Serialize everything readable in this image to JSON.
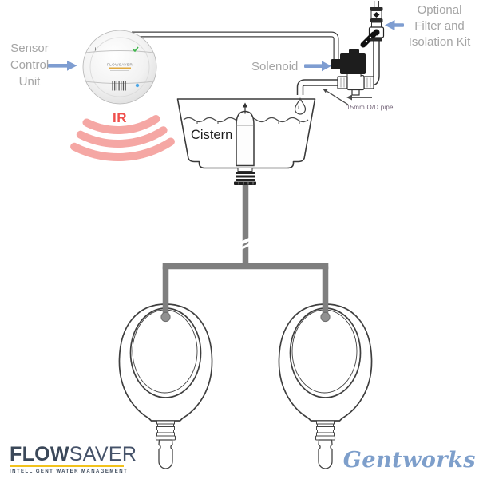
{
  "labels": {
    "sensor_line1": "Sensor",
    "sensor_line2": "Control",
    "sensor_line3": "Unit",
    "solenoid": "Solenoid",
    "optional_line1": "Optional",
    "optional_line2": "Filter and",
    "optional_line3": "Isolation Kit",
    "pipe": "15mm O/D pipe",
    "cistern": "Cistern",
    "ir": "IR"
  },
  "device": {
    "brand": "FLOWSAVER",
    "plus": "+"
  },
  "footer": {
    "logo_flow": "FLOW",
    "logo_saver": "SAVER",
    "tagline": "INTELLIGENT WATER MANAGEMENT",
    "partner": "Gentworks"
  },
  "icons": {
    "sensor_arrow": "arrow-right",
    "solenoid_arrow": "arrow-right",
    "filter_arrow": "arrow-left",
    "siphon_arrow": "arrow-up",
    "drip": "water-drop",
    "ir_waves": "signal-arcs"
  },
  "colors": {
    "arrow_blue": "#7e9dd1",
    "ir_red": "#ef4f4c",
    "arc_pink": "#f5a7a4",
    "pipe_gray": "#7f7f7f",
    "line_dark": "#3a3a3a",
    "label_gray": "#a5a5a5",
    "pipe_label_purple": "#6e5e73",
    "logo_navy": "#3b4859",
    "logo_yellow": "#f2c21c",
    "gentworks_blue": "#7e9fcb",
    "led_blue": "#4aa6e8",
    "led_green": "#3db54a"
  }
}
